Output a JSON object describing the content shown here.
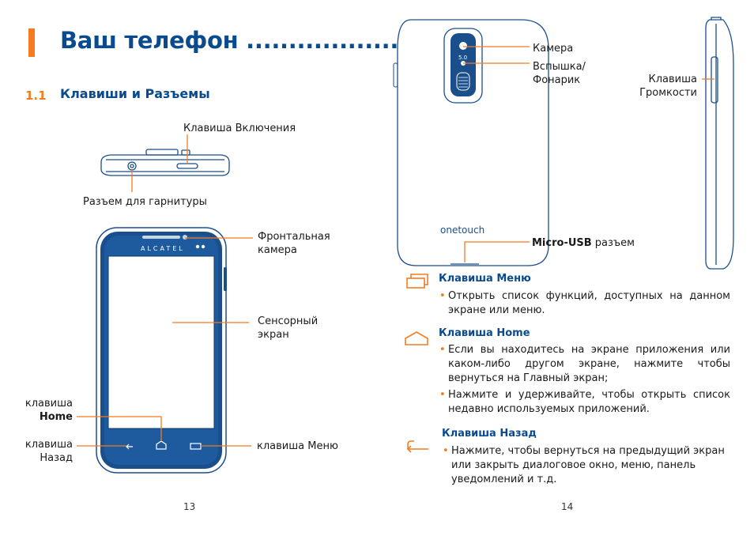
{
  "page_left": {
    "title": "Ваш телефон ..................",
    "section_number": "1.1",
    "section_title": "Клавиши и Разъемы",
    "labels": {
      "power_key": "Клавиша Включения",
      "headset_jack": "Разъем для гарнитуры",
      "front_camera_l1": "Фронтальная",
      "front_camera_l2": "камера",
      "touchscreen_l1": "Сенсорный",
      "touchscreen_l2": "экран",
      "home_key_l1": "клавиша",
      "home_key_l2": "Home",
      "back_key_l1": "клавиша",
      "back_key_l2": "Назад",
      "menu_key": "клавиша Меню"
    },
    "phone_brand": "ALCATEL",
    "page_number": "13"
  },
  "page_right": {
    "labels": {
      "camera": "Камера",
      "flash_l1": "Вспышка/",
      "flash_l2": "Фонарик",
      "volume_l1": "Клавиша",
      "volume_l2": "Громкости",
      "usb_prefix": "Micro-USB",
      "usb_suffix": " разъем"
    },
    "back_brand": "onetouch",
    "menu_section": {
      "heading": "Клавиша Меню",
      "bullets": [
        "Открыть список функций, доступных на данном экране или меню."
      ]
    },
    "home_section": {
      "heading": "Клавиша Home",
      "bullets": [
        "Если вы находитесь на экране приложения или каком-либо другом экране, нажмите чтобы вернуться на Главный экран;",
        "Нажмите и удерживайте, чтобы открыть список недавно используемых приложений."
      ]
    },
    "back_section": {
      "heading": "Клавиша Назад",
      "bullets": [
        "Нажмите, чтобы вернуться на предыдущий экран или закрыть диалоговое окно, меню, панель уведомлений и т.д."
      ]
    },
    "page_number": "14"
  },
  "colors": {
    "accent": "#f47b20",
    "heading_blue": "#0a4a8e",
    "phone_blue": "#1a4f8c"
  },
  "bullet_char": "•"
}
